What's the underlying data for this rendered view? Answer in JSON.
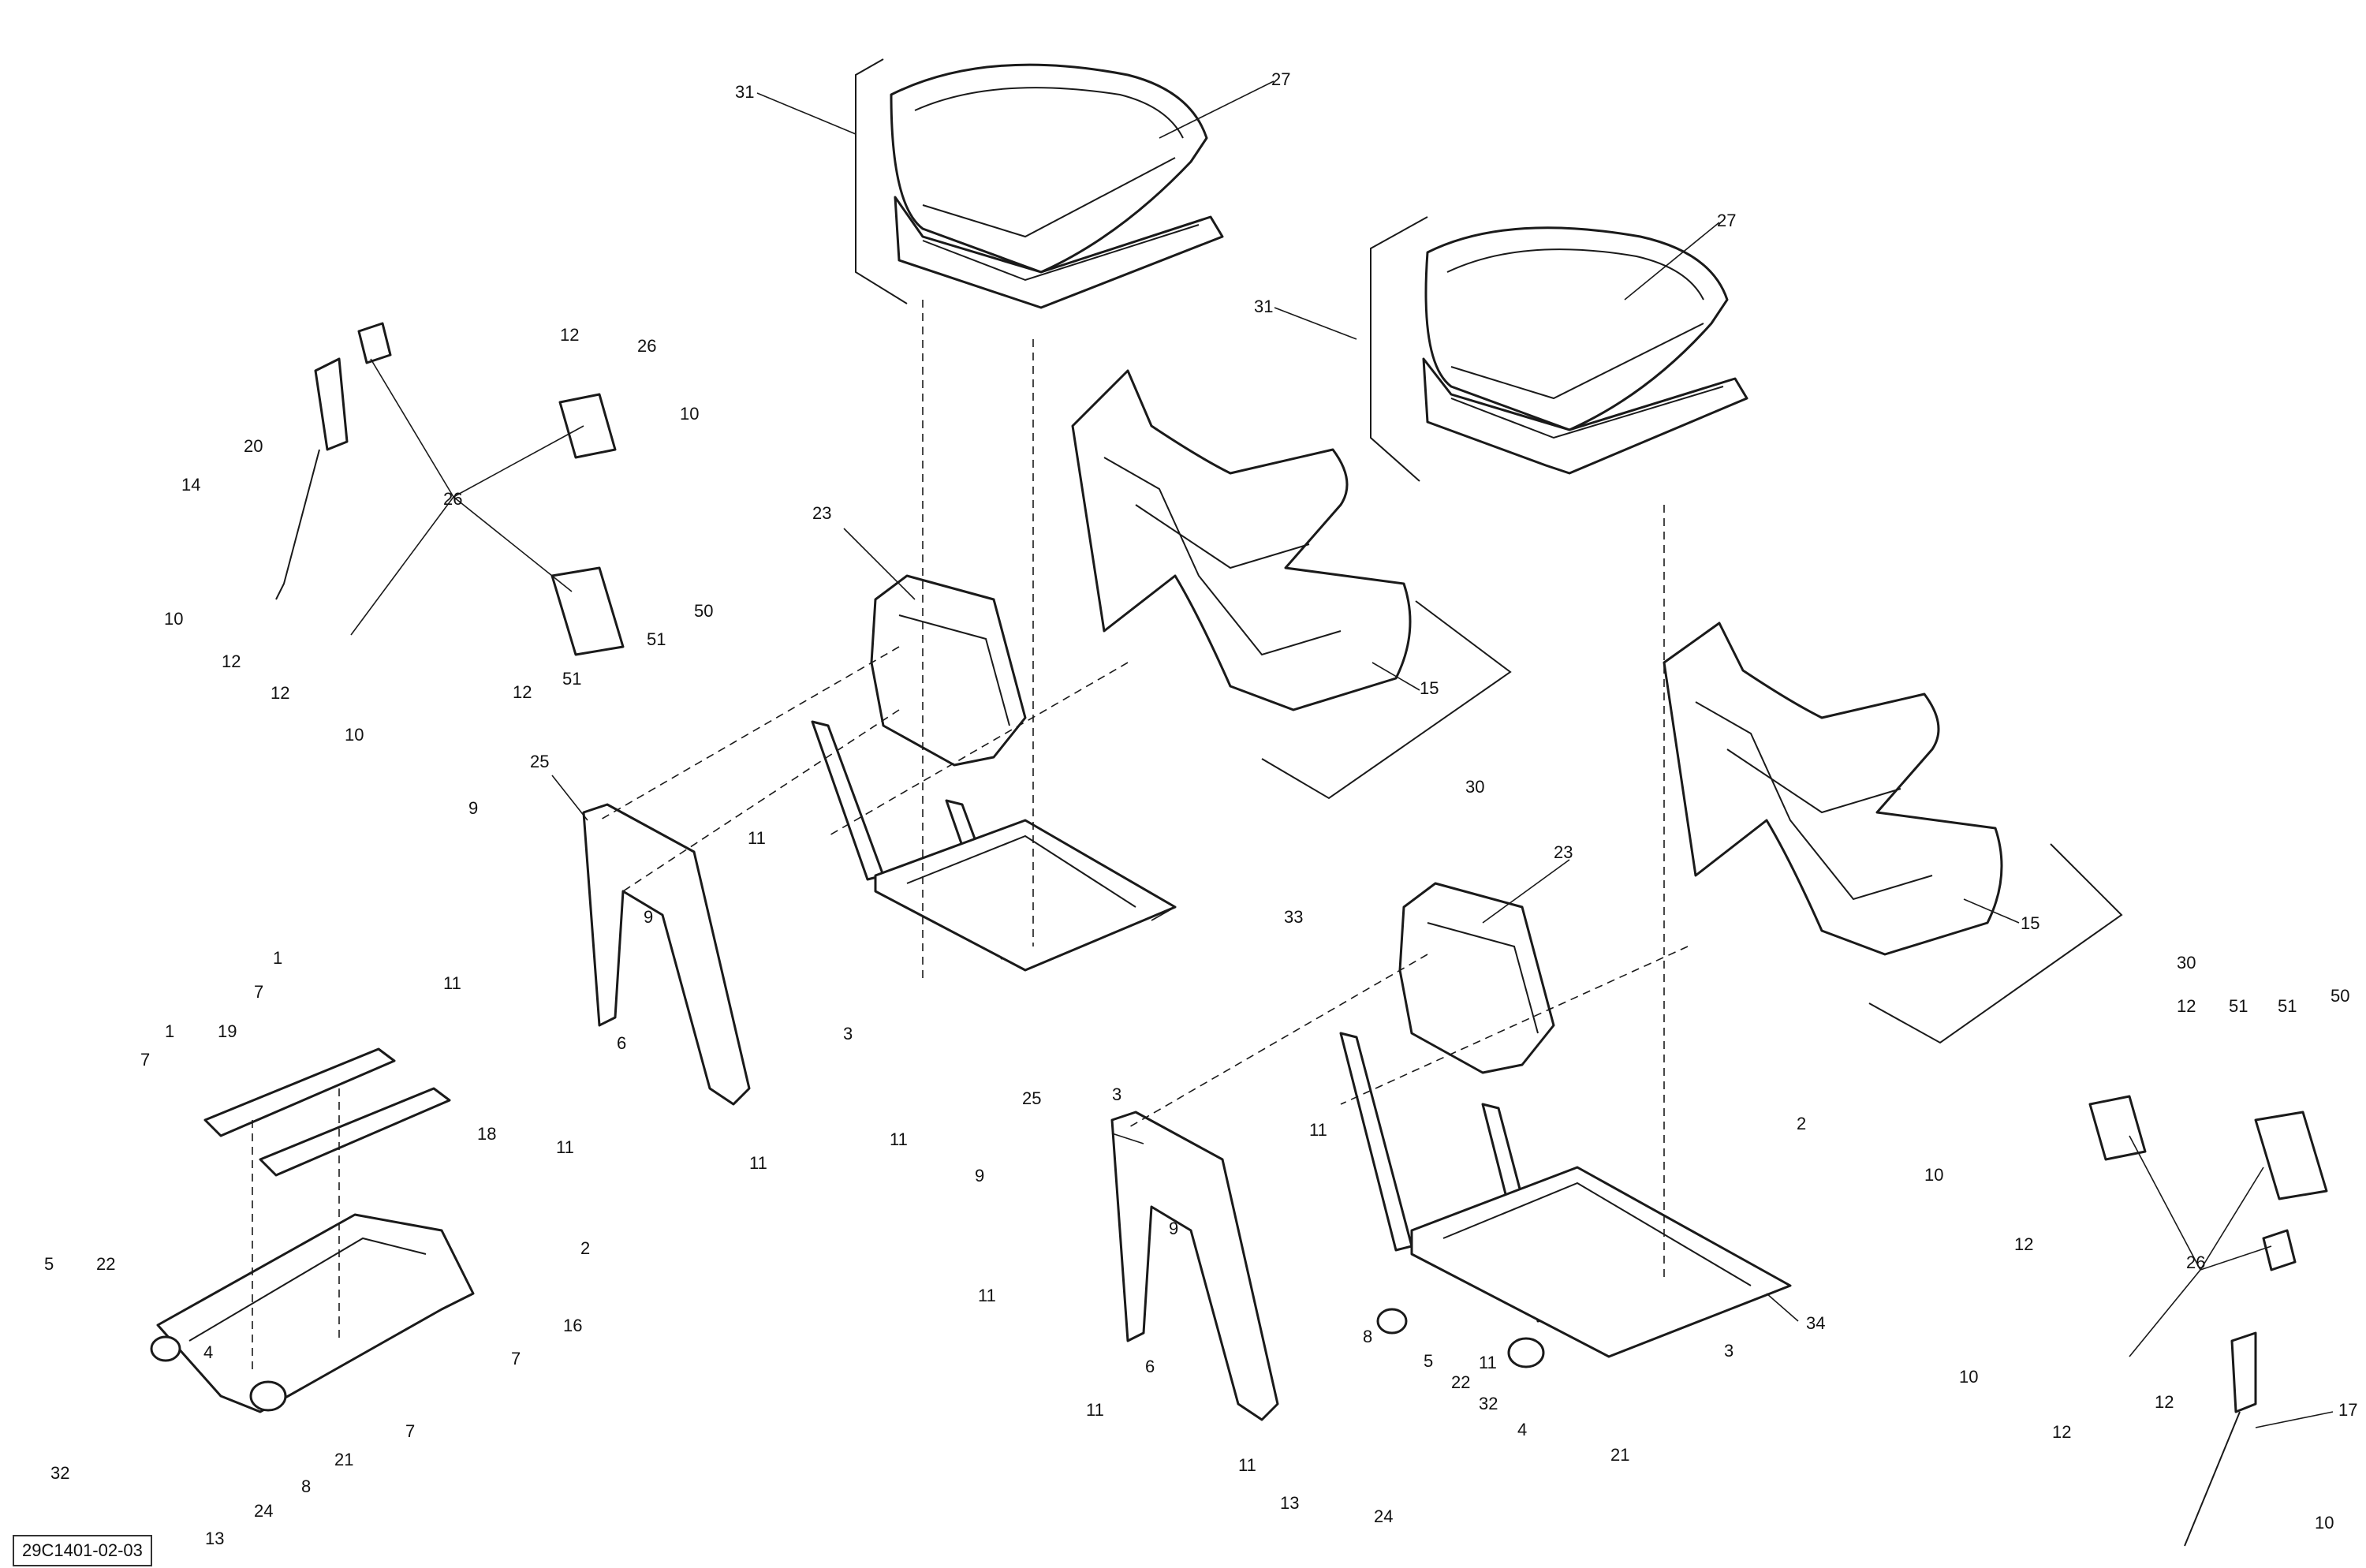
{
  "diagram": {
    "reference_code": "29C1401-02-03",
    "callouts": [
      "31",
      "27",
      "26",
      "12",
      "10",
      "20",
      "14",
      "23",
      "15",
      "30",
      "25",
      "9",
      "11",
      "33",
      "3",
      "1",
      "19",
      "7",
      "18",
      "6",
      "2",
      "16",
      "5",
      "22",
      "4",
      "32",
      "24",
      "8",
      "13",
      "21",
      "34",
      "17",
      "51",
      "50"
    ]
  }
}
